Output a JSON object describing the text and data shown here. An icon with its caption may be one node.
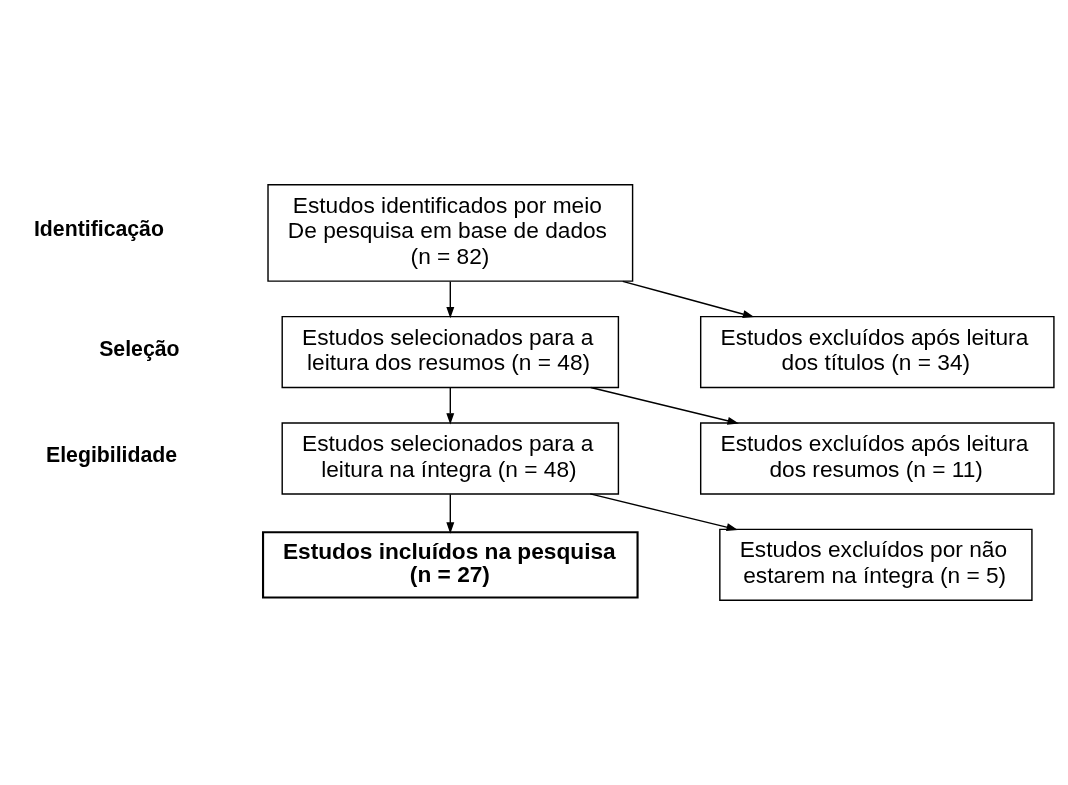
{
  "diagram": {
    "nodes": [
      {
        "text": [
          "Estudos identificados por meio De pesquisa em base de dados (n = 82)"
        ]
      },
      {
        "text": [
          "Estudos excluídos após leitura dos títulos (n = 34)"
        ]
      },
      {
        "text": [
          "Estudos selecionados para a leitura dos resumos (n = 48)"
        ]
      },
      {
        "text": [
          "Estudos excluídos após leitura dos resumos (n = 11)"
        ]
      },
      {
        "text": [
          "Estudos selecionados para a leitura na íntegra (n = 48)"
        ]
      },
      {
        "text": [
          "Estudos excluídos por não estarem na íntegra (n = 5)"
        ]
      },
      {
        "text": [
          "Estudos incluídos na pesquisa (n = 27)"
        ]
      }
    ],
    "edges": [
      {
        "from": 0,
        "to": 2,
        "arrow": "to"
      },
      {
        "from": 0,
        "to": 1,
        "arrow": "to"
      },
      {
        "from": 2,
        "to": 4,
        "arrow": "to"
      },
      {
        "from": 2,
        "to": 3,
        "arrow": "to"
      },
      {
        "from": 4,
        "to": 6,
        "arrow": "to"
      },
      {
        "from": 4,
        "to": 5,
        "arrow": "to"
      }
    ],
    "labels": [
      "Identificação",
      "Seleção",
      "Elegibilidade"
    ]
  }
}
